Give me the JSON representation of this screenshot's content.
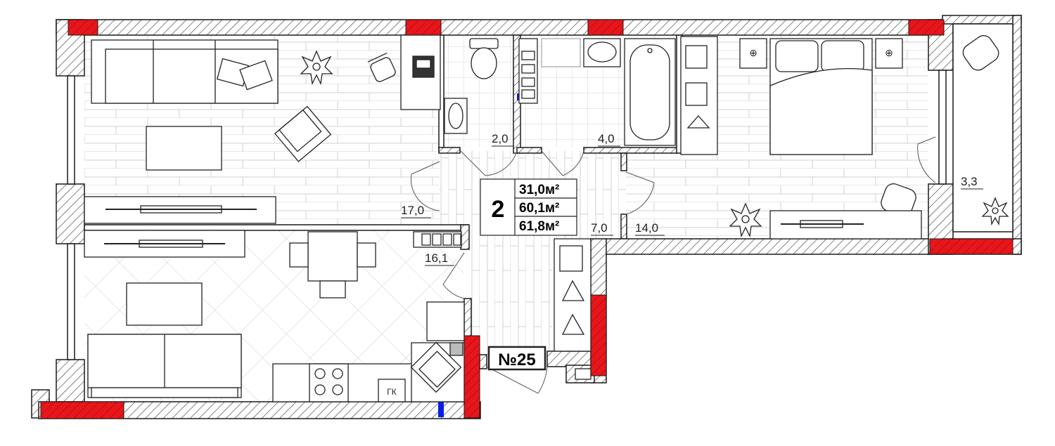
{
  "apartment": {
    "rooms_count": "2",
    "area_living": "31,0м²",
    "area_total": "60,1м²",
    "area_with_balcony": "61,8м²",
    "number_label": "№25"
  },
  "rooms": [
    {
      "id": "living-room",
      "area": "17,0"
    },
    {
      "id": "kitchen",
      "area": "16,1"
    },
    {
      "id": "toilet",
      "area": "2,0"
    },
    {
      "id": "bathroom",
      "area": "4,0"
    },
    {
      "id": "hallway",
      "area": "7,0"
    },
    {
      "id": "bedroom",
      "area": "14,0"
    },
    {
      "id": "balcony",
      "area": "3,3"
    }
  ],
  "kitchen_fixtures": {
    "gas_boiler_label": "ГК"
  },
  "colors": {
    "wall": "#1a1a1a",
    "load_bearing": "#e8161b",
    "riser": "#0a1fe6",
    "floor_lines": "#c8c8c8"
  },
  "icons": [
    "sofa",
    "armchair",
    "plant",
    "desk-chair",
    "tv",
    "toilet",
    "sink",
    "bathtub",
    "double-bed",
    "wardrobe",
    "hanger",
    "stove",
    "kitchen-sink",
    "table"
  ]
}
